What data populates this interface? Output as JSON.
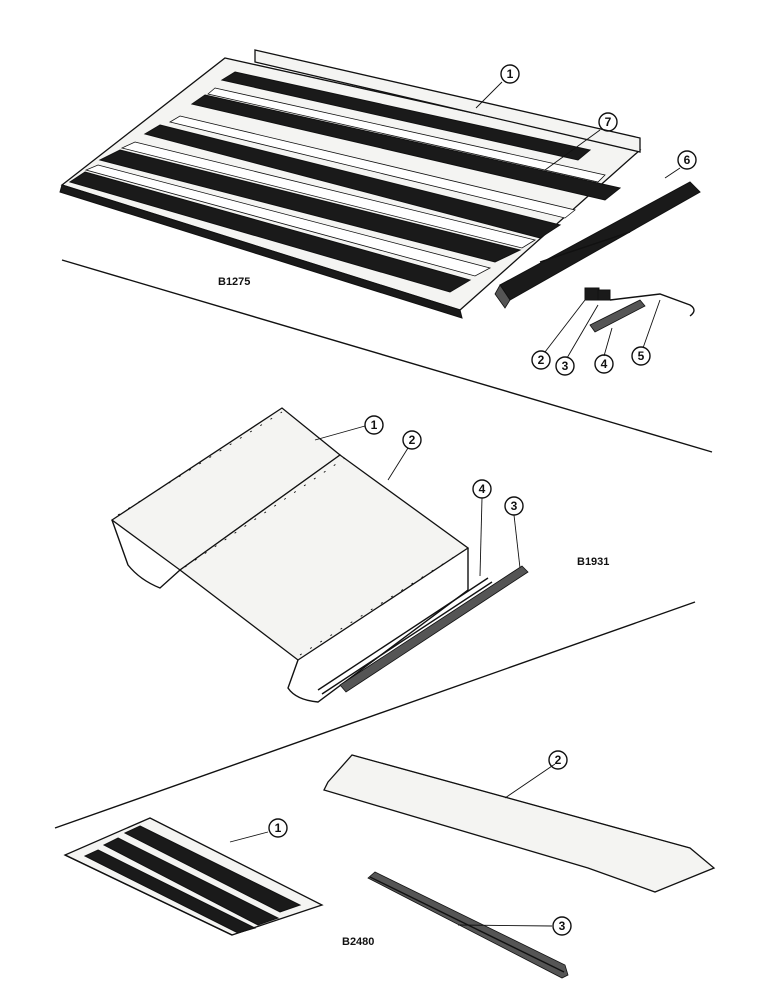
{
  "figures": [
    {
      "label": "B1275",
      "callouts": [
        "1",
        "7",
        "6",
        "2",
        "3",
        "4",
        "5"
      ]
    },
    {
      "label": "B1931",
      "callouts": [
        "1",
        "2",
        "4",
        "3"
      ]
    },
    {
      "label": "B2480",
      "callouts": [
        "1",
        "2",
        "3"
      ]
    }
  ],
  "colors": {
    "ink": "#111111",
    "paper": "#ffffff"
  }
}
